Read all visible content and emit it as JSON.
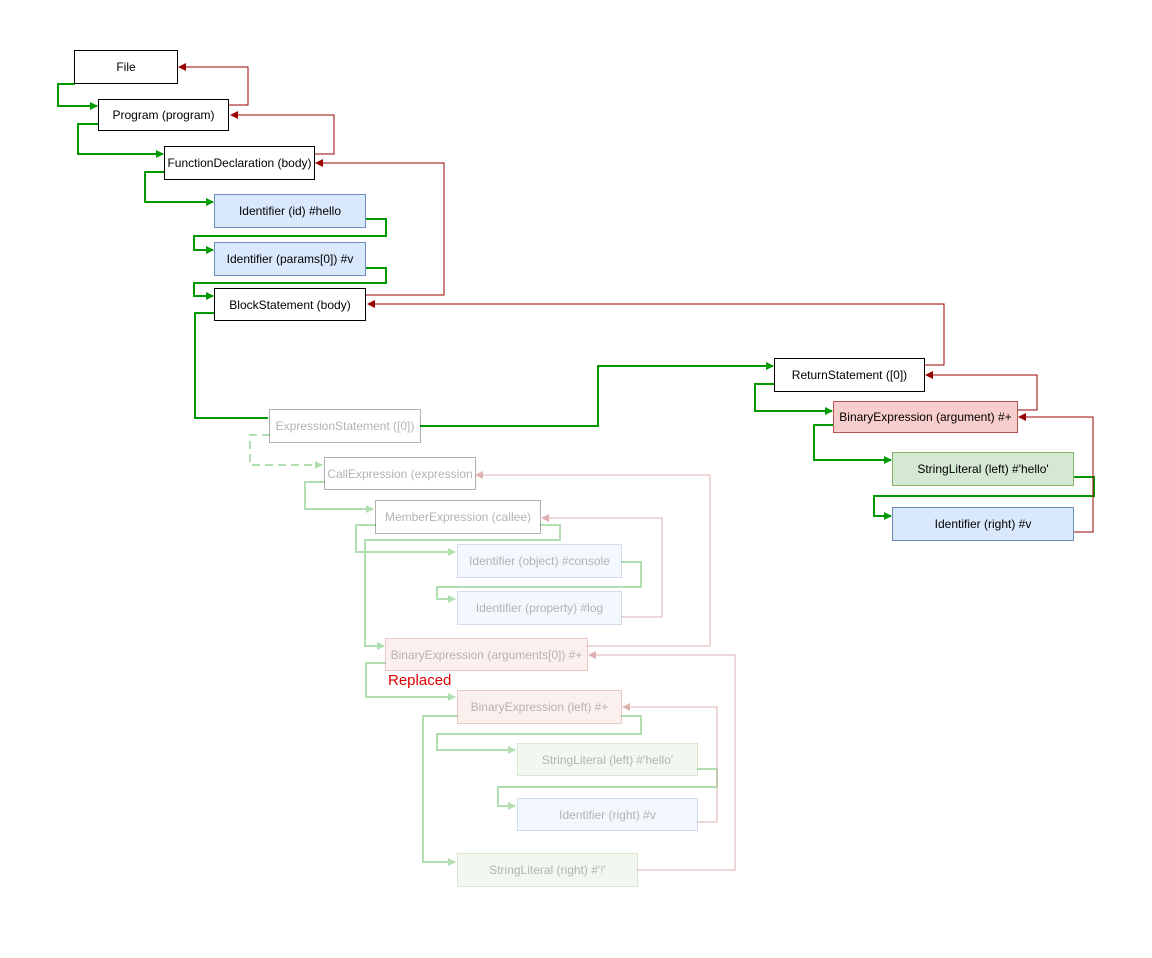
{
  "nodes": {
    "file": "File",
    "program": "Program (program)",
    "function_declaration": "FunctionDeclaration (body)",
    "identifier_id": "Identifier (id)  #hello",
    "identifier_params": "Identifier (params[0]) #v",
    "block_statement": "BlockStatement (body)",
    "expression_statement": "ExpressionStatement ([0])",
    "call_expression": "CallExpression (expression",
    "member_expression": "MemberExpression (callee)",
    "identifier_object": "Identifier (object)  #console",
    "identifier_property": "Identifier (property)  #log",
    "binary_expression_arguments": "BinaryExpression (arguments[0]) #+",
    "binary_expression_left": "BinaryExpression (left) #+",
    "string_literal_left_old": "StringLiteral (left)  #'hello'",
    "identifier_right_old": "Identifier (right)  #v",
    "string_literal_right": "StringLiteral (right)  #'!'",
    "return_statement": "ReturnStatement ([0])",
    "binary_expression_argument": "BinaryExpression (argument) #+",
    "string_literal_left_new": "StringLiteral (left)  #'hello'",
    "identifier_right_new": "Identifier (right)  #v"
  },
  "annotation": "Replaced",
  "colors": {
    "traverse_arrow": "#009900",
    "return_arrow": "#990000",
    "annotation_text": "#e00000",
    "blue_fill": "#dae8fc",
    "red_fill": "#f8cecc",
    "green_fill": "#d5e8d4"
  }
}
